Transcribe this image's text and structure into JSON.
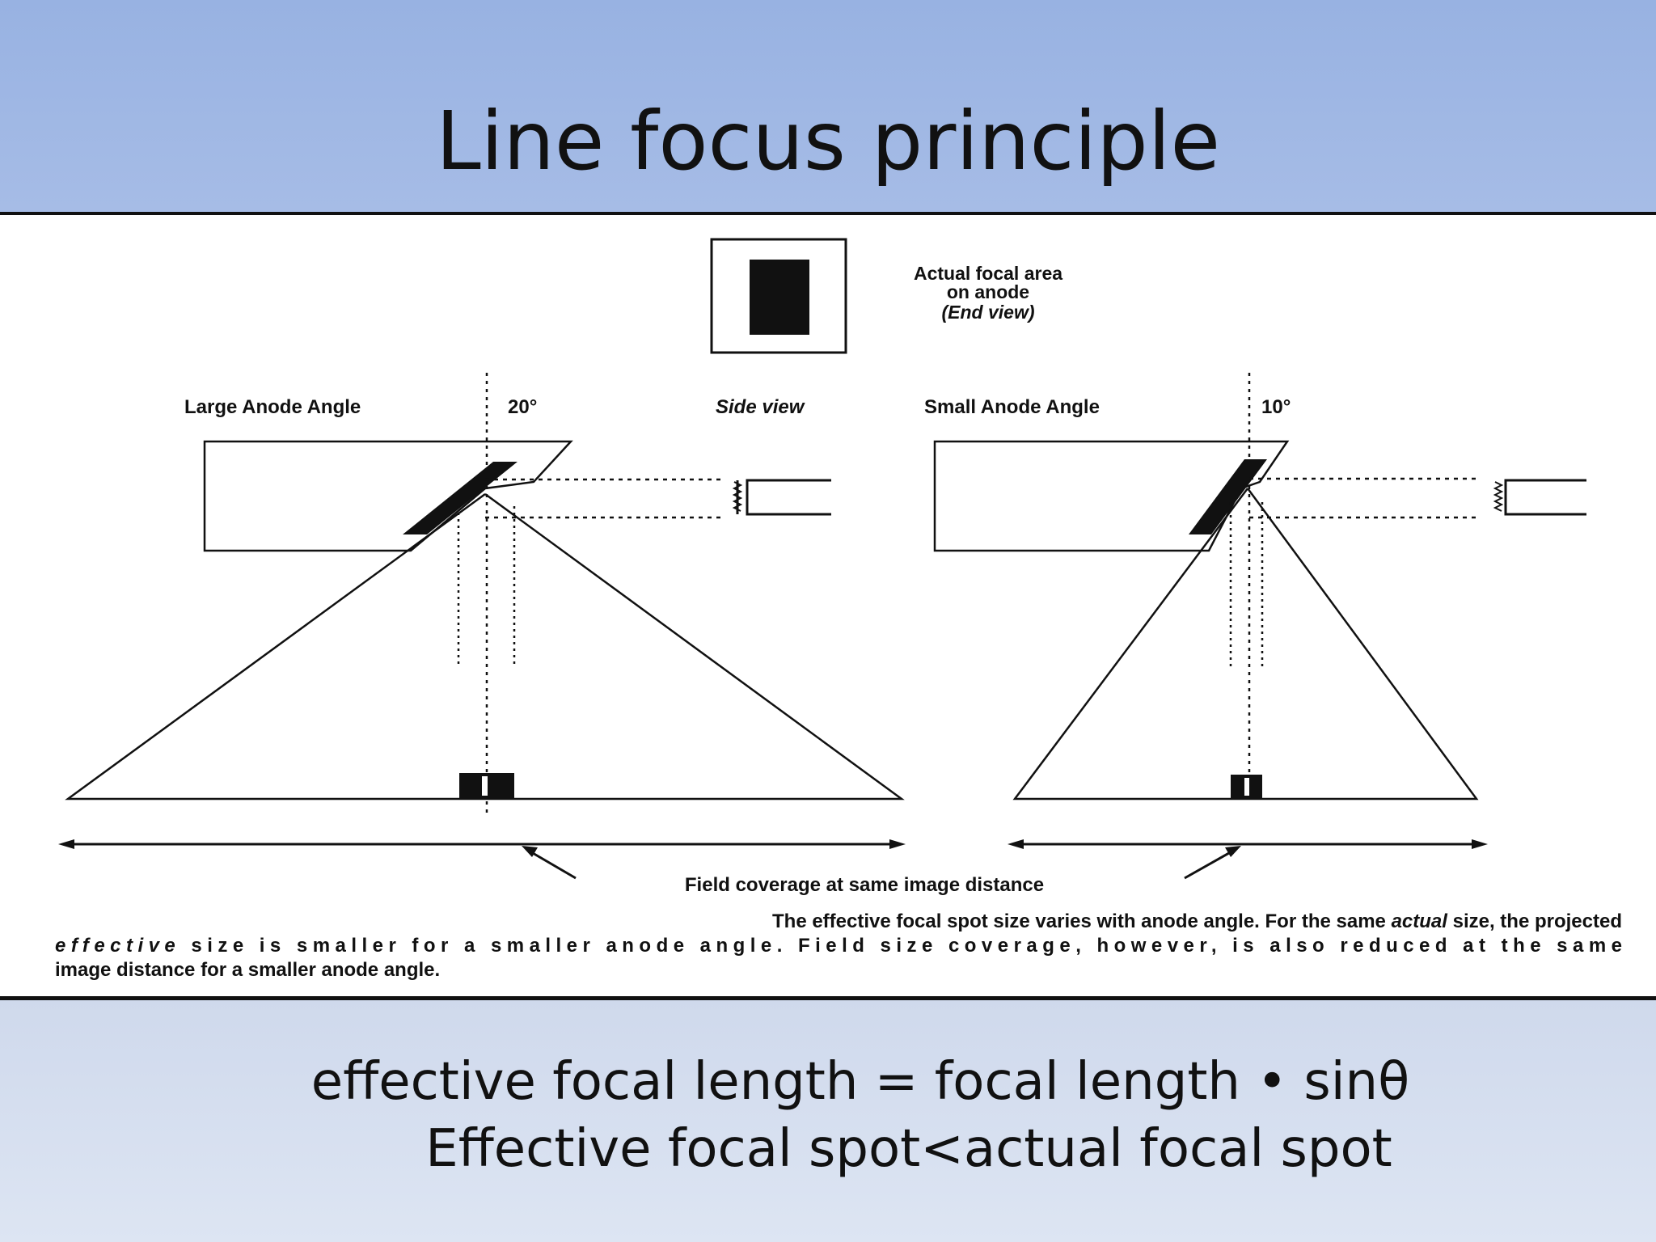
{
  "slide": {
    "title": "Line focus principle",
    "formula_line1": "effective focal length = focal length • sinθ",
    "formula_line2": "Effective focal spot<actual focal spot"
  },
  "figure": {
    "end_view_label_1": "Actual focal area",
    "end_view_label_2": "on anode",
    "end_view_label_3": "(End view)",
    "side_view_label": "Side view",
    "left_label": "Large Anode Angle",
    "left_angle": "20°",
    "right_label": "Small Anode Angle",
    "right_angle": "10°",
    "field_coverage_label": "Field coverage at same image distance",
    "caption_line1_a": "The effective focal spot size varies with anode angle. For the same ",
    "caption_line1_b": "actual",
    "caption_line1_c": " size, the projected",
    "caption_line2_a": "effective",
    "caption_line2_b": " size is smaller for a smaller anode angle. Field size coverage, however, is also reduced at the same",
    "caption_line3": "image distance for a smaller anode angle."
  }
}
